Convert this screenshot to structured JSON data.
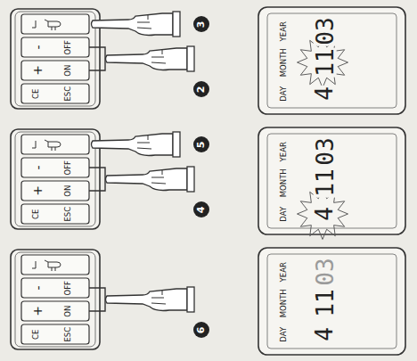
{
  "diagram": {
    "labels": [
      "CE",
      "ESC",
      "+",
      "ON",
      "-",
      "OFF",
      "2",
      "3",
      "DAY",
      "MONTH",
      "YEAR",
      "4",
      "11",
      "03",
      "CE",
      "ESC",
      "+",
      "ON",
      "-",
      "OFF",
      "4",
      "5",
      "DAY",
      "MONTH",
      "YEAR",
      "4",
      "11",
      "03",
      "CE",
      "ESC",
      "+",
      "ON",
      "-",
      "OFF",
      "6",
      "DAY",
      "MONTH",
      "YEAR",
      "4",
      "11",
      "03"
    ]
  }
}
